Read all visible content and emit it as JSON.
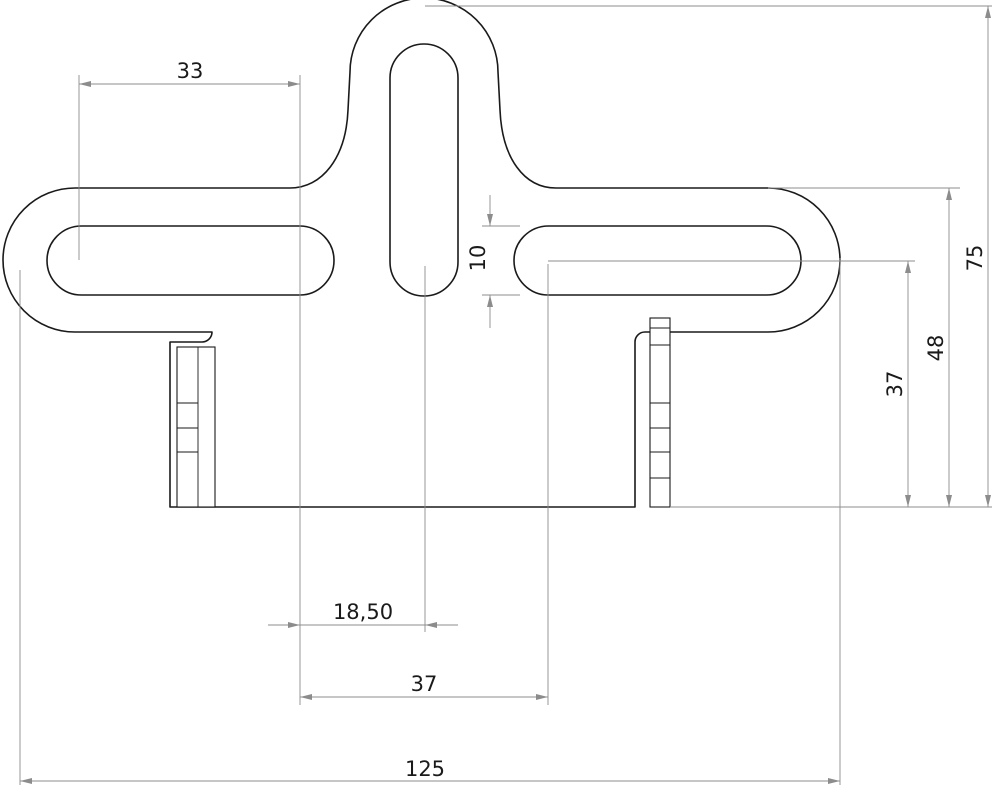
{
  "drawing": {
    "units": "",
    "dimensions": {
      "slot_width": "33",
      "slot_height": "10",
      "overall_height": "75",
      "arm_height": "48",
      "slot_center_height": "37",
      "center_offset": "18,50",
      "slot_spacing": "37",
      "overall_width": "125"
    }
  },
  "colors": {
    "outline": "#1a1a1a",
    "dimension": "#8c8c8c",
    "background": "#ffffff"
  }
}
